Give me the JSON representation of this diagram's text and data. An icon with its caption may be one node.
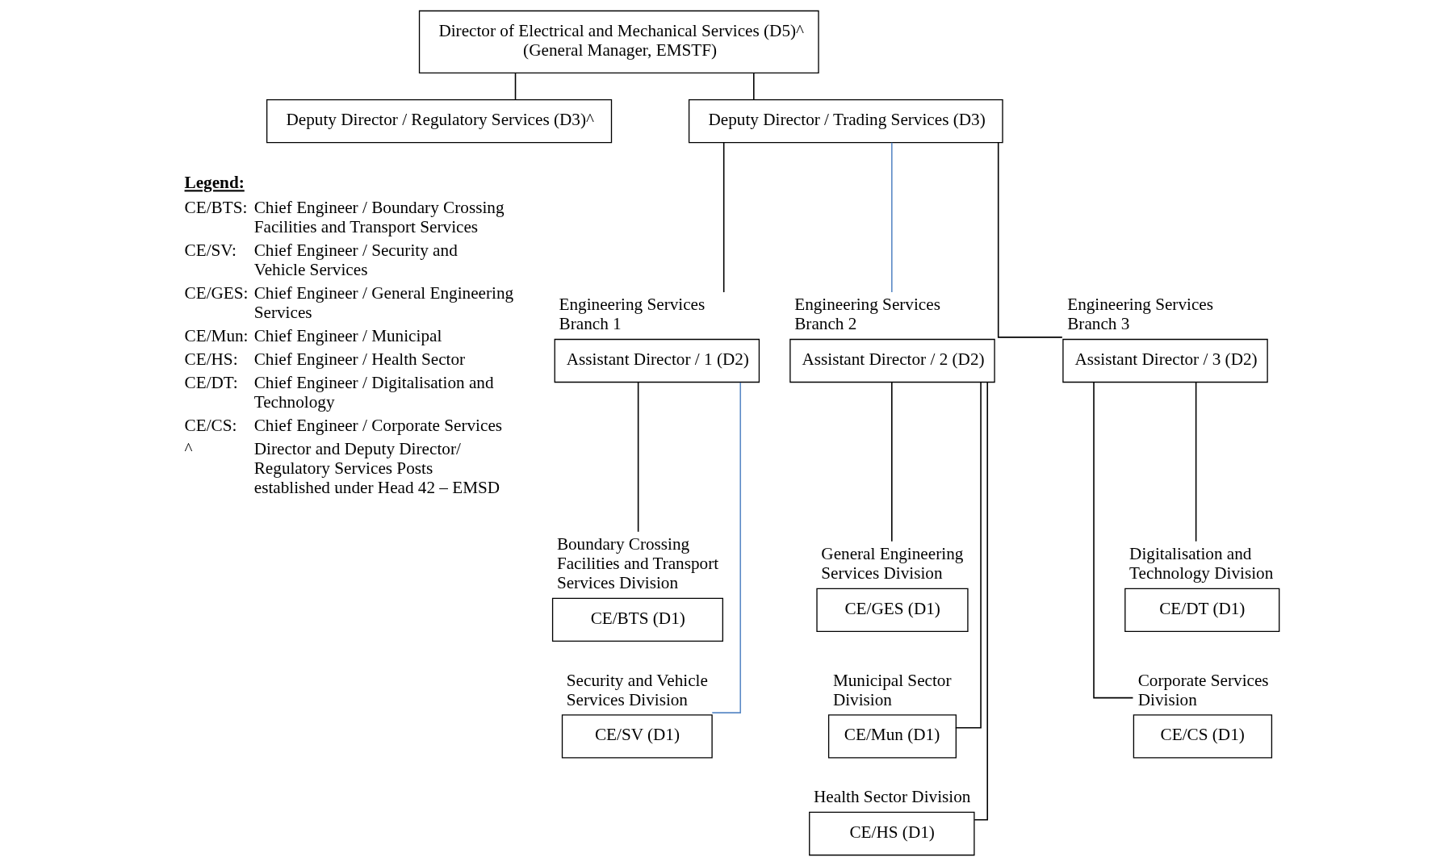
{
  "diagram": {
    "nodes": [
      {
        "text": [
          "Director of Electrical and Mechanical Services (D5)^",
          "(General Manager, EMSTF)"
        ]
      },
      {
        "text": [
          "Deputy Director / Regulatory Services (D3)^"
        ]
      },
      {
        "text": [
          "Deputy Director / Trading Services (D3)"
        ]
      },
      {
        "text": [
          "Assistant Director / 1 (D2)"
        ],
        "beside": [
          "Engineering Services Branch 1"
        ]
      },
      {
        "text": [
          "Assistant Director / 2 (D2)"
        ],
        "beside": [
          "Engineering Services Branch 2"
        ]
      },
      {
        "text": [
          "Assistant Director / 3 (D2)"
        ],
        "beside": [
          "Engineering Services Branch 3"
        ]
      },
      {
        "text": [
          "CE/BTS (D1)"
        ],
        "beside": [
          "Boundary Crossing Facilities and Transport Services Division"
        ]
      },
      {
        "text": [
          "CE/SV (D1)"
        ],
        "beside": [
          "Security and Vehicle Services Division"
        ]
      },
      {
        "text": [
          "CE/GES (D1)"
        ],
        "beside": [
          "General Engineering Services Division"
        ]
      },
      {
        "text": [
          "CE/Mun (D1)"
        ],
        "beside": [
          "Municipal Sector Division"
        ]
      },
      {
        "text": [
          "CE/HS (D1)"
        ],
        "beside": [
          "Health Sector Division"
        ]
      },
      {
        "text": [
          "CE/DT (D1)"
        ],
        "beside": [
          "Digitalisation and Technology Division"
        ]
      },
      {
        "text": [
          "CE/CS (D1)"
        ],
        "beside": [
          "Corporate Services Division"
        ]
      }
    ],
    "edges": [
      {
        "from": 0,
        "to": 1,
        "arrow": "none"
      },
      {
        "from": 0,
        "to": 2,
        "arrow": "none"
      },
      {
        "from": 2,
        "to": 3,
        "arrow": "none"
      },
      {
        "from": 2,
        "to": 4,
        "arrow": "none",
        "color": "#5b8ac6"
      },
      {
        "from": 2,
        "to": 5,
        "arrow": "none"
      },
      {
        "from": 3,
        "to": 6,
        "arrow": "none"
      },
      {
        "from": 3,
        "to": 7,
        "arrow": "none",
        "color": "#5b8ac6"
      },
      {
        "from": 4,
        "to": 8,
        "arrow": "none"
      },
      {
        "from": 4,
        "to": 9,
        "arrow": "none"
      },
      {
        "from": 4,
        "to": 10,
        "arrow": "none"
      },
      {
        "from": 5,
        "to": 11,
        "arrow": "none"
      },
      {
        "from": 5,
        "to": 12,
        "arrow": "none"
      }
    ],
    "labels": [
      "Legend:",
      "CE/BTS:",
      "Chief Engineer / Boundary Crossing Facilities and Transport Services",
      "CE/SV:",
      "Chief Engineer / Security and Vehicle Services",
      "CE/GES:",
      "Chief Engineer / General Engineering Services",
      "CE/Mun:",
      "Chief Engineer / Municipal",
      "CE/HS:",
      "Chief Engineer / Health Sector",
      "CE/DT:",
      "Chief Engineer / Digitalisation and Technology",
      "CE/CS:",
      "Chief Engineer / Corporate Services",
      "^",
      "Director and Deputy Director/ Regulatory Services Posts established under Head 42 – EMSD"
    ]
  }
}
